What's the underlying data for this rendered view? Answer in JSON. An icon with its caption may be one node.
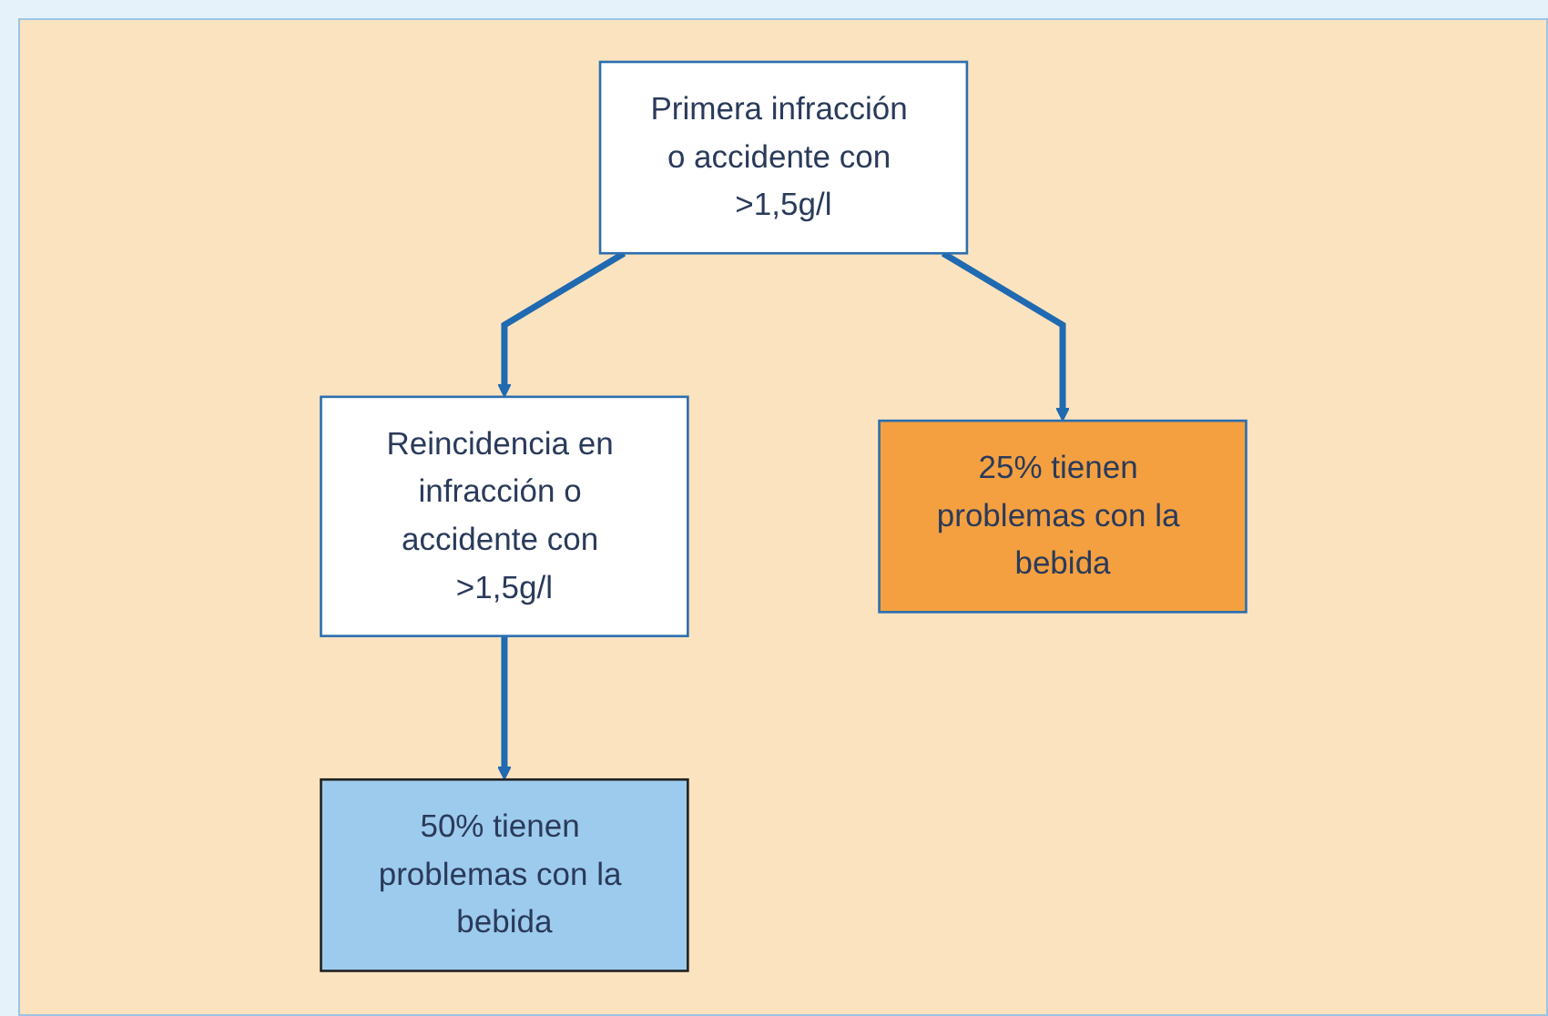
{
  "diagram": {
    "nodes": [
      {
        "text": [
          "Primera infracción o accidente con >1,5g/l"
        ]
      },
      {
        "text": [
          "Reincidencia en infracción o accidente con >1,5g/l"
        ]
      },
      {
        "text": [
          "25% tienen problemas con la bebida"
        ]
      },
      {
        "text": [
          "50% tienen problemas con la bebida"
        ]
      }
    ],
    "edges": [
      {
        "from": 0,
        "to": 1,
        "arrow": "to"
      },
      {
        "from": 0,
        "to": 2,
        "arrow": "to"
      },
      {
        "from": 1,
        "to": 3,
        "arrow": "to"
      }
    ]
  }
}
